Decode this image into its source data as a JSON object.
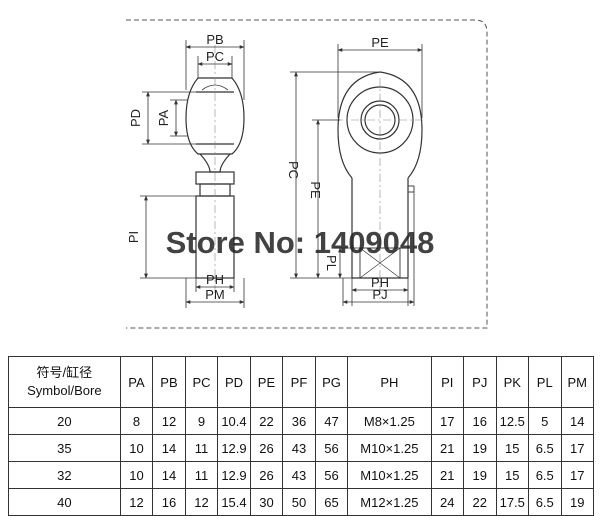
{
  "diagram": {
    "left_view_labels": {
      "pb": "PB",
      "pc": "PC",
      "pd": "PD",
      "pa": "PA",
      "pi": "PI",
      "ph": "PH",
      "pm": "PM"
    },
    "right_view_labels": {
      "pe_top": "PE",
      "pc": "PC",
      "pe": "PE",
      "pl": "PL",
      "ph": "PH",
      "pj": "PJ"
    },
    "watermark": "Store No: 1409048"
  },
  "table": {
    "header_line1": "符号/缸径",
    "header_line2": "Symbol/Bore",
    "columns": [
      "PA",
      "PB",
      "PC",
      "PD",
      "PE",
      "PF",
      "PG",
      "PH",
      "PI",
      "PJ",
      "PK",
      "PL",
      "PM"
    ],
    "rows": [
      [
        "20",
        "8",
        "12",
        "9",
        "10.4",
        "22",
        "36",
        "47",
        "M8×1.25",
        "17",
        "16",
        "12.5",
        "5",
        "14"
      ],
      [
        "35",
        "10",
        "14",
        "11",
        "12.9",
        "26",
        "43",
        "56",
        "M10×1.25",
        "21",
        "19",
        "15",
        "6.5",
        "17"
      ],
      [
        "32",
        "10",
        "14",
        "11",
        "12.9",
        "26",
        "43",
        "56",
        "M10×1.25",
        "21",
        "19",
        "15",
        "6.5",
        "17"
      ],
      [
        "40",
        "12",
        "16",
        "12",
        "15.4",
        "30",
        "50",
        "65",
        "M12×1.25",
        "24",
        "22",
        "17.5",
        "6.5",
        "19"
      ]
    ]
  }
}
